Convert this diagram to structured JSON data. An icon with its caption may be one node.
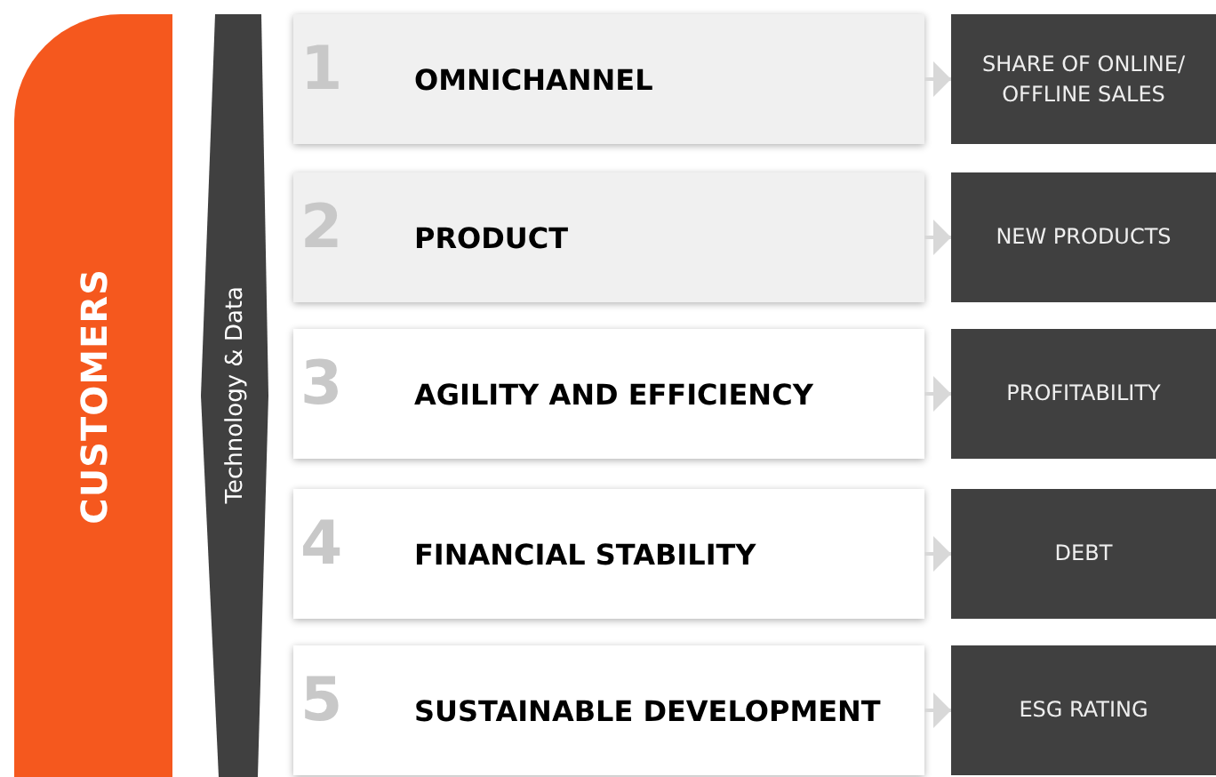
{
  "diagram": {
    "nodes": [
      {
        "text": [
          "CUSTOMERS"
        ]
      },
      {
        "text": [
          "Technology & Data"
        ]
      },
      {
        "text": [
          "1",
          "OMNICHANNEL"
        ]
      },
      {
        "text": [
          "2",
          "PRODUCT"
        ]
      },
      {
        "text": [
          "3",
          "AGILITY AND EFFICIENCY"
        ]
      },
      {
        "text": [
          "4",
          "FINANCIAL STABILITY"
        ]
      },
      {
        "text": [
          "5",
          "SUSTAINABLE DEVELOPMENT"
        ]
      },
      {
        "text": [
          "SHARE OF ONLINE/ OFFLINE SALES"
        ]
      },
      {
        "text": [
          "NEW PRODUCTS"
        ]
      },
      {
        "text": [
          "PROFITABILITY"
        ]
      },
      {
        "text": [
          "DEBT"
        ]
      },
      {
        "text": [
          "ESG RATING"
        ]
      }
    ],
    "edges": [
      {
        "from": 2,
        "to": 7,
        "arrow": "to"
      },
      {
        "from": 3,
        "to": 8,
        "arrow": "to"
      },
      {
        "from": 4,
        "to": 9,
        "arrow": "to"
      },
      {
        "from": 5,
        "to": 10,
        "arrow": "to"
      },
      {
        "from": 6,
        "to": 11,
        "arrow": "to"
      }
    ]
  }
}
